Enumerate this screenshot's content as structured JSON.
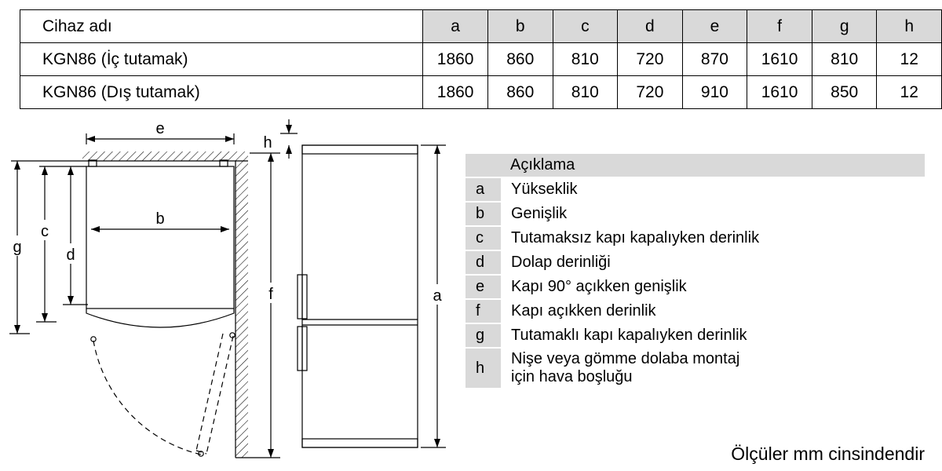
{
  "table": {
    "header": [
      "Cihaz adı",
      "a",
      "b",
      "c",
      "d",
      "e",
      "f",
      "g",
      "h"
    ],
    "rows": [
      [
        "KGN86 (İç tutamak)",
        "1860",
        "860",
        "810",
        "720",
        "870",
        "1610",
        "810",
        "12"
      ],
      [
        "KGN86 (Dış tutamak)",
        "1860",
        "860",
        "810",
        "720",
        "910",
        "1610",
        "850",
        "12"
      ]
    ]
  },
  "diagram": {
    "labels": {
      "a": "a",
      "b": "b",
      "c": "c",
      "d": "d",
      "e": "e",
      "f": "f",
      "g": "g",
      "h": "h"
    }
  },
  "legend": {
    "title": "Açıklama",
    "items": [
      {
        "key": "a",
        "text": "Yükseklik"
      },
      {
        "key": "b",
        "text": "Genişlik"
      },
      {
        "key": "c",
        "text": "Tutamaksız kapı kapalıyken derinlik"
      },
      {
        "key": "d",
        "text": "Dolap derinliği"
      },
      {
        "key": "e",
        "text": "Kapı 90° açıkken genişlik"
      },
      {
        "key": "f",
        "text": "Kapı açıkken derinlik"
      },
      {
        "key": "g",
        "text": "Tutamaklı kapı kapalıyken derinlik"
      },
      {
        "key": "h",
        "text": "Nişe veya gömme dolaba montaj\niçin hava boşluğu"
      }
    ]
  },
  "footer_note": "Ölçüler mm cinsindendir",
  "colors": {
    "header_bg": "#d9d9d9",
    "cap_gray": "#c7c7c7",
    "line": "#000000"
  }
}
